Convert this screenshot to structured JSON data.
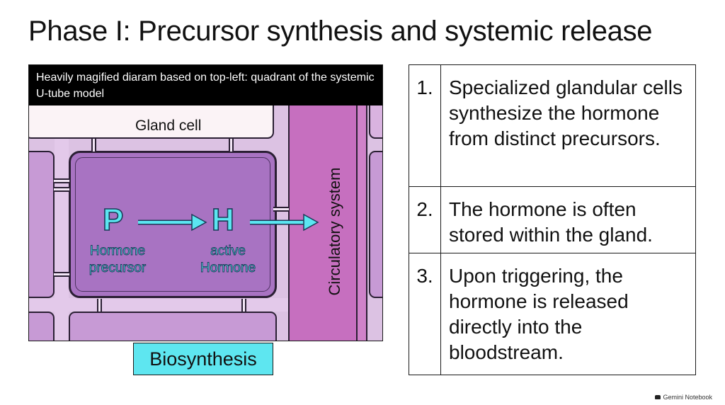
{
  "title": "Phase I: Precursor synthesis and systemic release",
  "diagram": {
    "caption": "Heavily magified diaram based on top-left: quadrant of the systemic U-tube model",
    "gland_cell_label": "Gland cell",
    "circulatory_label": "Circulatory system",
    "precursor_symbol": "P",
    "hormone_symbol": "H",
    "precursor_label_line1": "Hormone",
    "precursor_label_line2": "precursor",
    "hormone_label_line1": "active",
    "hormone_label_line2": "Hormone",
    "badge": "Biosynthesis",
    "colors": {
      "cell_main": "#a873c2",
      "circulatory": "#c66fbf",
      "accent_cyan": "#5be6f1",
      "gland_top": "#fbf3f6"
    }
  },
  "steps": [
    {
      "number": "1.",
      "text": "Specialized glandular cells synthesize the hormone from distinct precursors."
    },
    {
      "number": "2.",
      "text": "The hormone is often stored within the gland."
    },
    {
      "number": "3.",
      "text": "Upon triggering, the hormone is released directly into the bloodstream."
    }
  ],
  "footer": {
    "brand": "Gemini Notebook",
    "icon": "notebook-icon"
  }
}
